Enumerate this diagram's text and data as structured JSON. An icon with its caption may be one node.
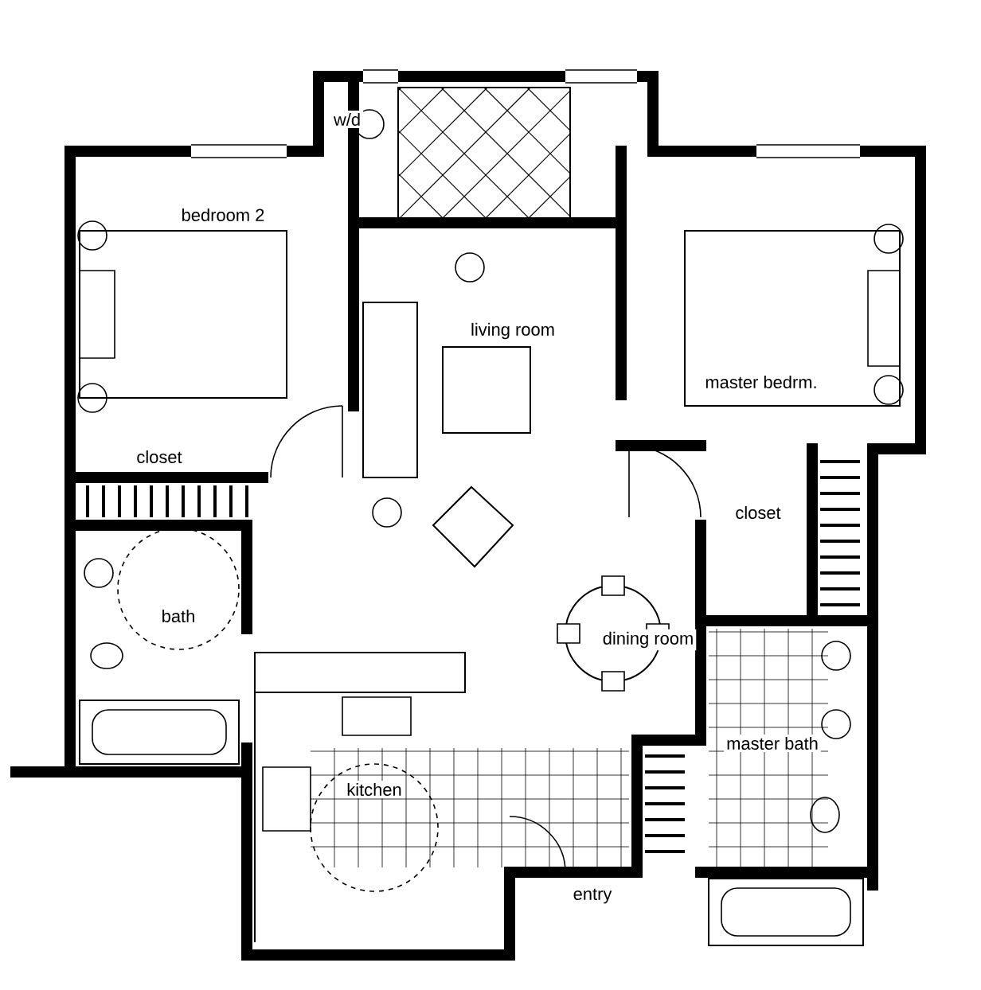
{
  "diagram": {
    "labels": [
      "w/d",
      "bedroom 2",
      "living room",
      "master bedrm.",
      "closet",
      "closet",
      "bath",
      "dining room",
      "kitchen",
      "master bath",
      "entry"
    ]
  }
}
